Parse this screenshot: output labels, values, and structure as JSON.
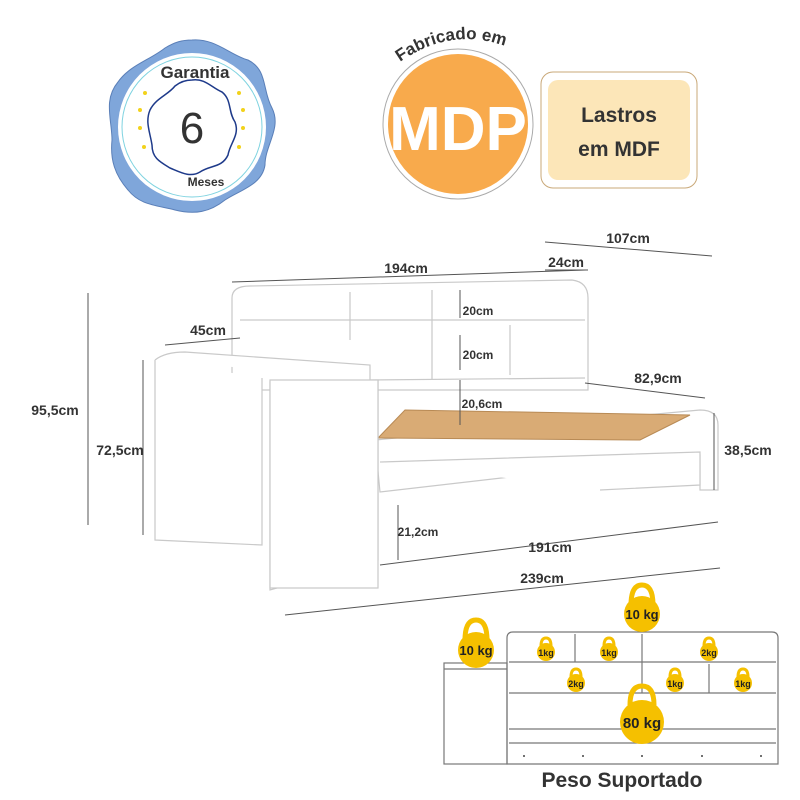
{
  "badges": {
    "warranty": {
      "top": "Garantia",
      "number": "6",
      "bottom": "Meses"
    },
    "material": {
      "arc_text": "Fabricado em",
      "main": "MDP"
    },
    "slats": {
      "line1": "Lastros",
      "line2": "em MDF"
    }
  },
  "dimensions": {
    "depth_total": "107cm",
    "width_shelf": "194cm",
    "shelf_depth": "24cm",
    "desk_depth": "45cm",
    "niche1_height": "20cm",
    "niche2_height": "20cm",
    "niche3_height": "20,6cm",
    "bed_width": "82,9cm",
    "total_height": "95,5cm",
    "desk_height": "72,5cm",
    "bed_height": "38,5cm",
    "floor_clearance": "21,2cm",
    "bed_length": "191cm",
    "total_length": "239cm"
  },
  "weights": {
    "title": "Peso Suportado",
    "desk": "10 kg",
    "top": "10 kg",
    "mattress": "80 kg",
    "niches": [
      "1kg",
      "1kg",
      "2kg",
      "2kg",
      "1kg",
      "1kg"
    ]
  },
  "colors": {
    "seal_blue": "#7FA6DA",
    "mdp_orange": "#F8AA4C",
    "slats_fill": "#FCE6B8",
    "kettlebell": "#F5C000"
  }
}
